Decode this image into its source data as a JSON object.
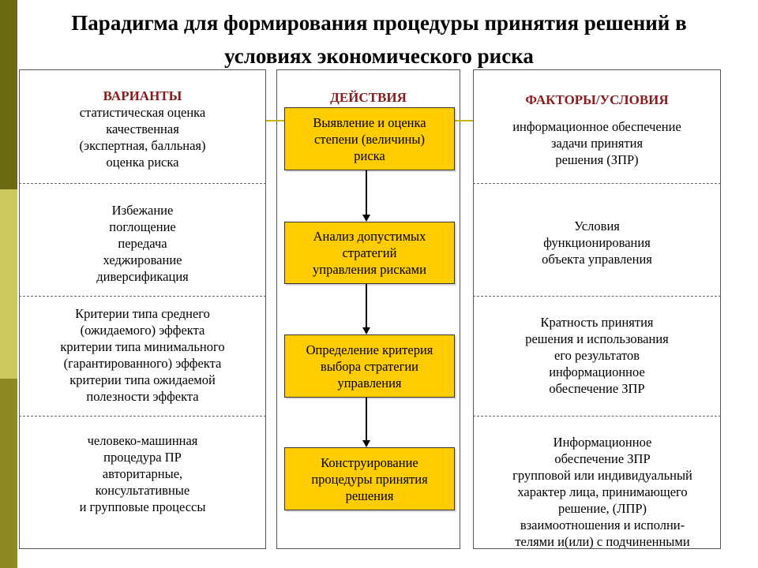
{
  "title": "Парадигма для формирования процедуры принятия решений в условиях экономического риска",
  "columns": {
    "variants": {
      "heading": "ВАРИАНТЫ",
      "rows": [
        "статистическая оценка\nкачественная\n(экспертная, балльная)\nоценка риска",
        "Избежание\nпоглощение\nпередача\nхеджирование\nдиверсификация",
        "Критерии типа среднего\n(ожидаемого) эффекта\nкритерии типа минимального\n(гарантированного) эффекта\nкритерии типа ожидаемой\nполезности эффекта",
        "человеко-машинная\nпроцедура ПР\nавторитарные,\nконсультативные\nи групповые процессы"
      ]
    },
    "actions": {
      "heading": "ДЕЙСТВИЯ",
      "boxes": [
        "Выявление и оценка\nстепени (величины)\nриска",
        "Анализ допустимых\nстратегий\nуправления рисками",
        "Определение критерия\nвыбора стратегии\nуправления",
        "Конструирование\nпроцедуры принятия\nрешения"
      ]
    },
    "factors": {
      "heading": "ФАКТОРЫ/УСЛОВИЯ",
      "rows": [
        "информационное обеспечение\nзадачи принятия\nрешения (ЗПР)",
        "Условия\nфункционирования\nобъекта управления",
        "Кратность принятия\nрешения и использования\nего результатов\nинформационное\nобеспечение ЗПР",
        "Информационное\nобеспечение ЗПР\nгрупповой или индивидуальный\nхарактер лица, принимающего\nрешение, (ЛПР)\nвзаимоотношения и исполни-\nтелями и(или) с подчиненными"
      ]
    }
  },
  "colors": {
    "action_fill": "#ffcc00",
    "heading_text": "#8b1a1a",
    "accent_bar_dark": "#6b6a13",
    "accent_bar_light": "#c9c95e"
  }
}
